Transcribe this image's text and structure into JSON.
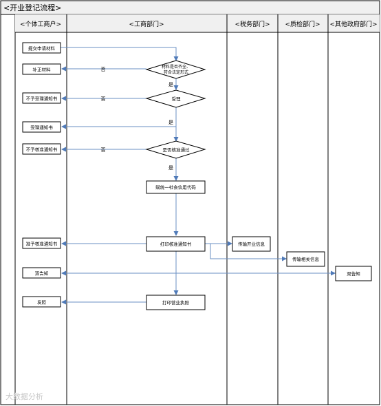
{
  "title": "<开业登记流程>",
  "lanes": [
    {
      "id": "getihu",
      "label": "<个体工商户>"
    },
    {
      "id": "gongshang",
      "label": "<工商部门>"
    },
    {
      "id": "shuiwu",
      "label": "<税务部门>"
    },
    {
      "id": "zhijian",
      "label": "<质检部门>"
    },
    {
      "id": "qita",
      "label": "<其他政府部门>"
    }
  ],
  "nodes": [
    {
      "id": "submit",
      "shape": "process",
      "label": "提交申请材料"
    },
    {
      "id": "supplement",
      "shape": "process",
      "label": "补正材料"
    },
    {
      "id": "not_accept_notice",
      "shape": "process",
      "label": "不予受理通知书"
    },
    {
      "id": "accept_notice",
      "shape": "process",
      "label": "受理通知书"
    },
    {
      "id": "not_approve_notice",
      "shape": "process",
      "label": "不予核准通知书"
    },
    {
      "id": "approve_notice",
      "shape": "process",
      "label": "准予核准通知书"
    },
    {
      "id": "dual_notice",
      "shape": "process",
      "label": "双告知"
    },
    {
      "id": "issue",
      "shape": "process",
      "label": "发照"
    },
    {
      "id": "check_material",
      "shape": "decision",
      "label_lines": [
        "材料是否齐全、",
        "符合法定形式"
      ]
    },
    {
      "id": "accept",
      "shape": "decision",
      "label": "受理"
    },
    {
      "id": "check_approve",
      "shape": "decision",
      "label": "是否核准通过"
    },
    {
      "id": "gen_code",
      "shape": "process",
      "label": "赋统一社会信用代码"
    },
    {
      "id": "print_approve",
      "shape": "process",
      "label": "打印核准通知书"
    },
    {
      "id": "print_license",
      "shape": "process",
      "label": "打印营业执照"
    },
    {
      "id": "tax_info",
      "shape": "process",
      "label": "传输开业信息"
    },
    {
      "id": "qc_info",
      "shape": "process",
      "label": "传输相关信息"
    },
    {
      "id": "other_notice",
      "shape": "process",
      "label": "双告知"
    }
  ],
  "edge_labels": {
    "no": "否",
    "yes": "是"
  },
  "colors": {
    "line": "#6a8fc3",
    "arrow": "#4f7ab8",
    "box_border": "#000000",
    "grid": "#000000",
    "header_bg": "#f0f0f0"
  },
  "watermark": "大数据分析"
}
